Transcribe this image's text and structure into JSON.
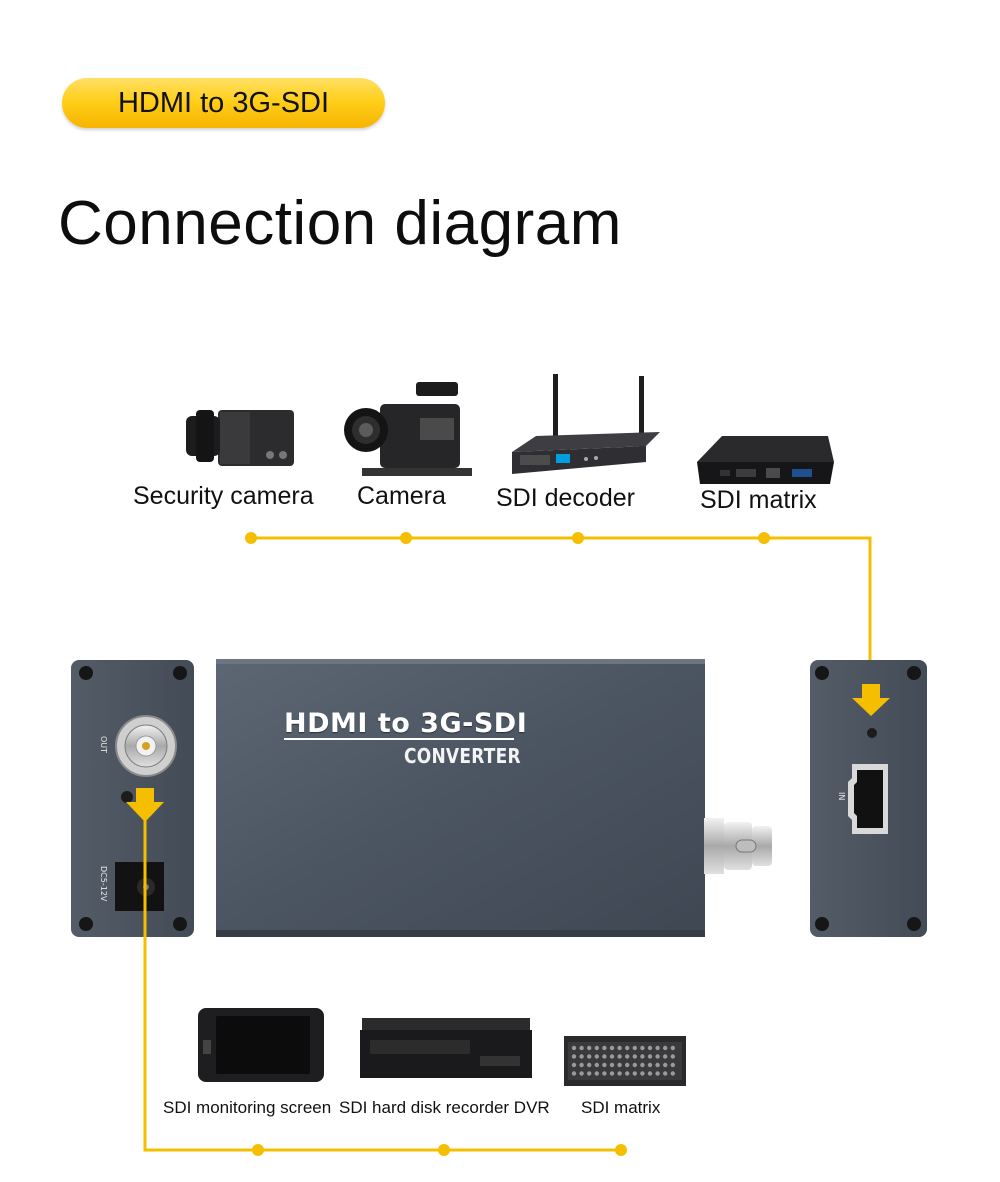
{
  "badge": "HDMI to 3G-SDI",
  "heading": "Connection diagram",
  "top_devices": [
    {
      "label": "Security camera",
      "icon": "security-camera-icon"
    },
    {
      "label": "Camera",
      "icon": "cinema-camera-icon"
    },
    {
      "label": "SDI decoder",
      "icon": "sdi-decoder-icon"
    },
    {
      "label": "SDI matrix",
      "icon": "sdi-matrix-box-icon"
    }
  ],
  "bottom_devices": [
    {
      "label": "SDI monitoring screen",
      "icon": "monitor-icon"
    },
    {
      "label": "SDI hard disk recorder DVR",
      "icon": "dvr-icon"
    },
    {
      "label": "SDI matrix",
      "icon": "sdi-matrix-rack-icon"
    }
  ],
  "converter": {
    "title": "HDMI to 3G-SDI",
    "subtitle": "CONVERTER",
    "out_label": "OUT",
    "power_label": "DC5-12V",
    "in_label": "IN"
  },
  "colors": {
    "connector": "#f5bf00",
    "badge": "#ffcf1a",
    "device_body": "#4b5461"
  }
}
